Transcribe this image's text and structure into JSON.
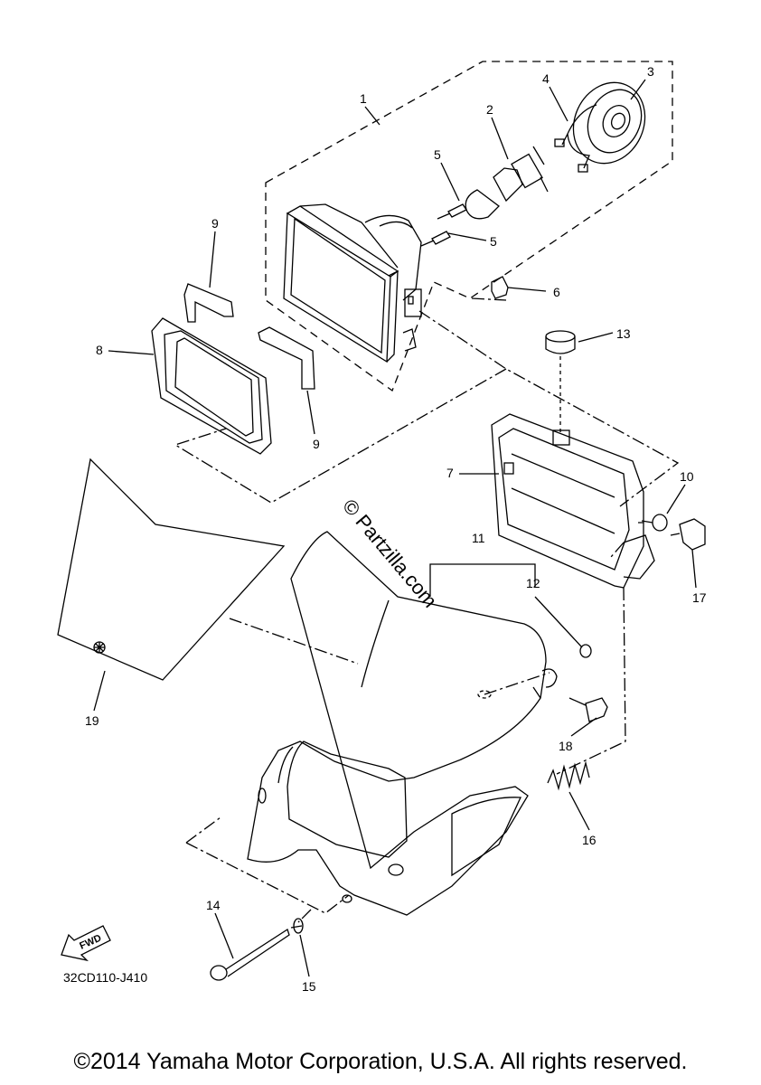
{
  "callouts": {
    "c1": "1",
    "c2": "2",
    "c3": "3",
    "c4": "4",
    "c5a": "5",
    "c5b": "5",
    "c6": "6",
    "c7": "7",
    "c8": "8",
    "c9a": "9",
    "c9b": "9",
    "c10": "10",
    "c11": "11",
    "c12": "12",
    "c13": "13",
    "c14": "14",
    "c15": "15",
    "c16": "16",
    "c17": "17",
    "c18": "18",
    "c19": "19"
  },
  "diagram_code": "32CD110-J410",
  "fwd_label": "FWD",
  "watermark": "© Partzilla.com",
  "copyright": "©2014 Yamaha Motor Corporation, U.S.A. All rights reserved."
}
